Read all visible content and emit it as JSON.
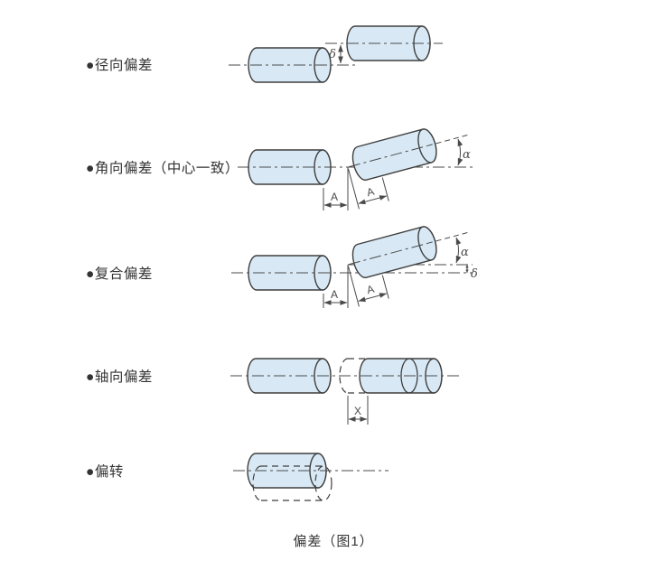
{
  "figure": {
    "caption": "偏差（图1）",
    "colors": {
      "cylinder_fill": "#d8e9f5",
      "outline": "#3f3f3f",
      "centerline": "#4a4a4a",
      "text": "#333333",
      "background": "#ffffff"
    },
    "rows": [
      {
        "id": "radial",
        "label": "●径向偏差",
        "dims": {
          "delta": "δ"
        }
      },
      {
        "id": "angular",
        "label": "●角向偏差（中心一致）",
        "dims": {
          "alpha": "α",
          "a_horizontal": "A",
          "a_tilted": "A"
        }
      },
      {
        "id": "compound",
        "label": "●复合偏差",
        "dims": {
          "alpha": "α",
          "delta": "δ",
          "a_horizontal": "A",
          "a_tilted": "A"
        }
      },
      {
        "id": "axial",
        "label": "●轴向偏差",
        "dims": {
          "x": "X"
        }
      },
      {
        "id": "runout",
        "label": "●偏转",
        "dims": {}
      }
    ]
  }
}
